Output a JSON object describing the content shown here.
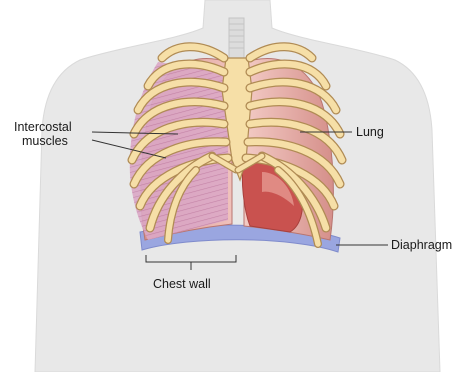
{
  "labels": {
    "intercostal_line1": "Intercostal",
    "intercostal_line2": "muscles",
    "lung": "Lung",
    "diaphragm": "Diaphragm",
    "chest_wall": "Chest wall"
  },
  "colors": {
    "background": "#ffffff",
    "torso": "#e8e8e8",
    "rib_fill": "#f6dfa7",
    "rib_stroke": "#b08b54",
    "intercostal_muscle": "#d8a2c0",
    "lung_fill": "#e9b3ad",
    "lung_dark": "#c97c75",
    "heart": "#c9524f",
    "diaphragm": "#9aa6e0",
    "trachea": "#dedede",
    "leader_line": "#333333"
  }
}
